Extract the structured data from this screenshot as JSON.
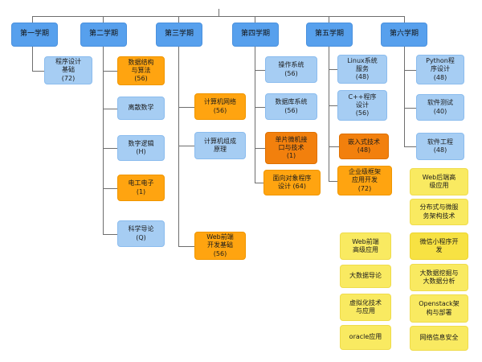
{
  "diagram": {
    "semesters": [
      {
        "label": "第一学期",
        "courses": [
          {
            "text": "程序设计\n基础\n(72)",
            "style": "blue"
          }
        ]
      },
      {
        "label": "第二学期",
        "courses": [
          {
            "text": "数据结构\n与算法\n(56)",
            "style": "orange"
          },
          {
            "text": "离散数学",
            "style": "blue"
          },
          {
            "text": "数字逻辑\n(H)",
            "style": "blue"
          },
          {
            "text": "电工电子\n(1)",
            "style": "orange"
          },
          {
            "text": "科学导论\n(Q)",
            "style": "blue"
          }
        ]
      },
      {
        "label": "第三学期",
        "courses": [
          {
            "text": "计算机网络\n(56)",
            "style": "orange"
          },
          {
            "text": "计算机组成\n原理",
            "style": "blue"
          },
          {
            "text": "Web前端\n开发基础\n(56)",
            "style": "orange"
          }
        ]
      },
      {
        "label": "第四学期",
        "courses": [
          {
            "text": "操作系统\n(56)",
            "style": "blue"
          },
          {
            "text": "数据库系统\n(56)",
            "style": "blue"
          },
          {
            "text": "单片微机接\n口与技术\n(1)",
            "style": "darkOrange"
          },
          {
            "text": "面向对象程序\n设计 (64)",
            "style": "orange"
          }
        ]
      },
      {
        "label": "第五学期",
        "courses": [
          {
            "text": "Linux系统\n服务\n(48)",
            "style": "blue"
          },
          {
            "text": "C++程序\n设计\n(56)",
            "style": "blue"
          },
          {
            "text": "嵌入式技术\n(48)",
            "style": "darkOrange"
          },
          {
            "text": "企业级框架\n应用开发\n(72)",
            "style": "orange"
          }
        ]
      },
      {
        "label": "第六学期",
        "courses": [
          {
            "text": "Python程\n序设计\n(48)",
            "style": "blue"
          },
          {
            "text": "软件测试\n(40)",
            "style": "blue"
          },
          {
            "text": "软件工程\n(48)",
            "style": "blue"
          }
        ]
      }
    ],
    "electives_left": [
      {
        "text": "Web前端\n高级应用",
        "style": "yellow"
      },
      {
        "text": "大数据导论",
        "style": "yellow"
      },
      {
        "text": "虚拟化技术\n与应用",
        "style": "yellow"
      },
      {
        "text": "oracle应用",
        "style": "yellow"
      }
    ],
    "electives_right": [
      {
        "text": "Web后端高\n级应用",
        "style": "yellow"
      },
      {
        "text": "分布式与微服\n务架构技术",
        "style": "yellow"
      },
      {
        "text": "微信小程序开\n发",
        "style": "yellowBright"
      },
      {
        "text": "大数据挖掘与\n大数据分析",
        "style": "yellow"
      },
      {
        "text": "Openstack架\n构与部署",
        "style": "yellow"
      },
      {
        "text": "网络信息安全",
        "style": "yellow"
      }
    ],
    "colors": {
      "header": {
        "bg": "#57A0ED",
        "border": "#4A91DE"
      },
      "blue": {
        "bg": "#A6CDF3",
        "border": "#8BBCEE"
      },
      "orange": {
        "bg": "#FFA410",
        "border": "#F09600"
      },
      "darkOrange": {
        "bg": "#F2800D",
        "border": "#DE7000"
      },
      "yellow": {
        "bg": "#F9EA61",
        "border": "#EFDC4B"
      },
      "yellowBright": {
        "bg": "#F7E243",
        "border": "#EDD52F"
      },
      "line": "#6E6E6E"
    }
  }
}
